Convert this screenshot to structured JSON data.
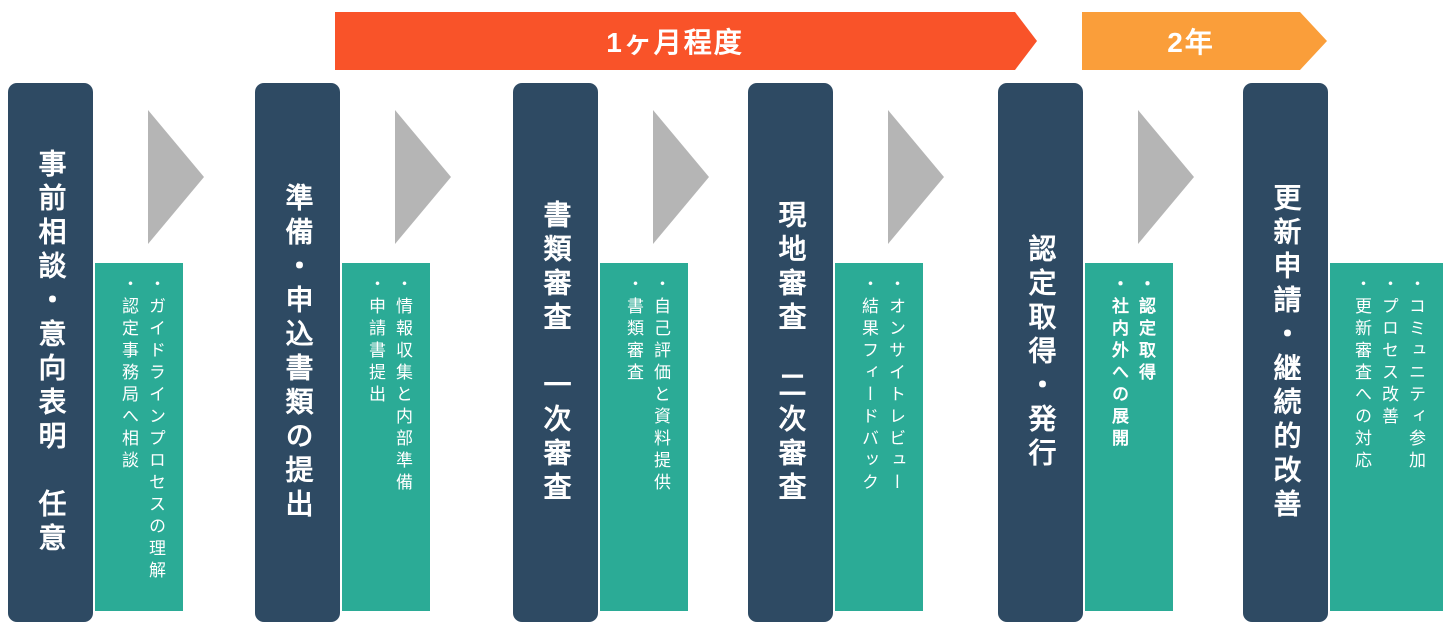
{
  "banners": [
    {
      "label": "1ヶ月程度",
      "color": "#F95329"
    },
    {
      "label": "2年",
      "color": "#FA9E3A"
    }
  ],
  "stages": [
    {
      "title": "事前相談・意向表明　任意",
      "bullets": [
        "・ガイドラインプロセスの理解",
        "・認定事務局へ相談"
      ]
    },
    {
      "title": "準備・申込書類の提出",
      "bullets": [
        "・情報収集と内部準備",
        "・申請書提出"
      ]
    },
    {
      "title": "書類審査　一次審査",
      "bullets": [
        "・自己評価と資料提供",
        "・書類審査"
      ]
    },
    {
      "title": "現地審査　二次審査",
      "bullets": [
        "・オンサイトレビュー",
        "・結果フィードバック"
      ]
    },
    {
      "title": "認定取得・発行",
      "bullets": [
        "・認定取得",
        "・社内外への展開"
      ]
    },
    {
      "title": "更新申請・継続的改善",
      "bullets": [
        "・コミュニティ参加",
        "・プロセス改善",
        "・更新審査への対応"
      ]
    }
  ],
  "colors": {
    "bar_navy": "#2E4A63",
    "detail_teal": "#2BAB96",
    "arrow_gray": "#B5B5B5",
    "banner_month_orange": "#F95329",
    "banner_year_amber": "#FA9E3A",
    "text_white": "#FFFFFF"
  }
}
